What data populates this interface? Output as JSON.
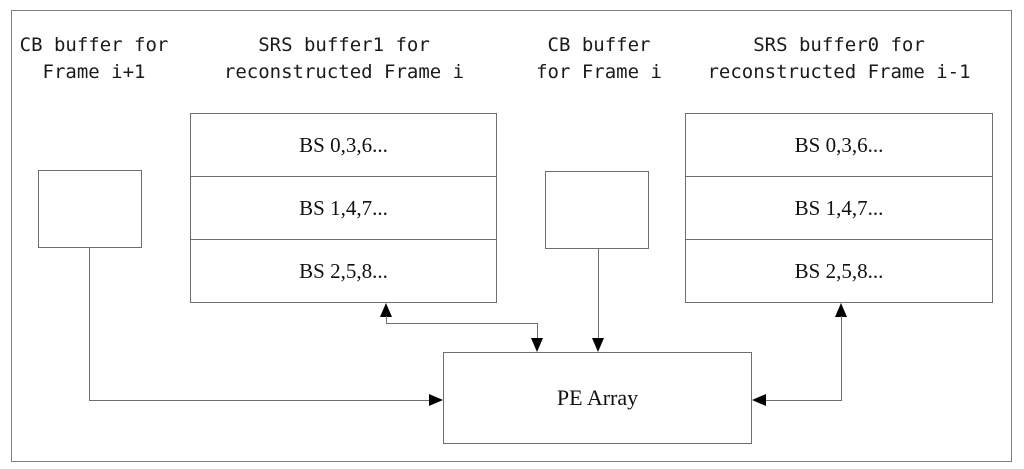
{
  "diagram": {
    "title": "Buffer and PE Array dataflow diagram",
    "colors": {
      "line": "#6e6e6e",
      "arrow": "#000000",
      "text": "#111111",
      "background": "#ffffff"
    },
    "captions": {
      "cb_buffer_frame_i_plus_1": "CB buffer for\nFrame i+1",
      "srs_buffer1": "SRS buffer1 for\nreconstructed Frame i",
      "cb_buffer_frame_i": "CB buffer\nfor Frame i",
      "srs_buffer0": "SRS buffer0 for\nreconstructed Frame i-1"
    },
    "srs_buffer1_rows": [
      "BS 0,3,6...",
      "BS 1,4,7...",
      "BS 2,5,8..."
    ],
    "srs_buffer0_rows": [
      "BS 0,3,6...",
      "BS 1,4,7...",
      "BS 2,5,8..."
    ],
    "pe_array_label": "PE Array",
    "connectors": [
      {
        "name": "cb-left-to-pe-array",
        "from": "CB buffer for Frame i+1",
        "to": "PE Array",
        "direction": "right"
      },
      {
        "name": "srs-buffer1-to-pe-array",
        "from": "PE Array",
        "to": "SRS buffer1 for reconstructed Frame i",
        "direction": "up"
      },
      {
        "name": "cb-mid-to-pe-array",
        "from": "CB buffer for Frame i",
        "to": "PE Array",
        "direction": "down"
      },
      {
        "name": "srs-buffer0-to-pe-array",
        "from": "SRS buffer0 for reconstructed Frame i-1",
        "to": "PE Array",
        "direction": "left"
      }
    ]
  }
}
